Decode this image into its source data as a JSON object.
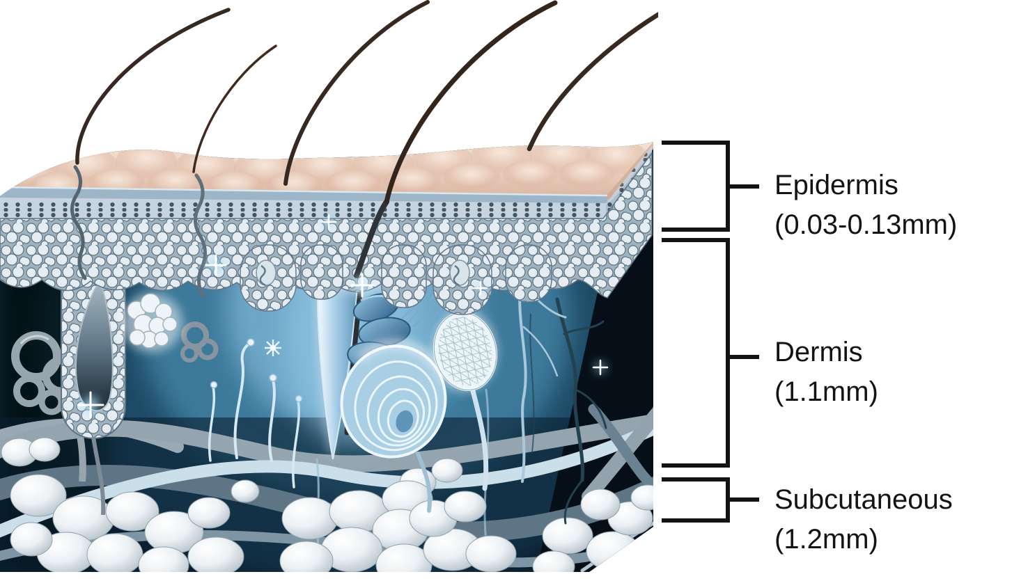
{
  "illustration": {
    "name": "skin-cross-section-illustration",
    "layers": [
      "Epidermis",
      "Dermis",
      "Subcutaneous"
    ],
    "elements": [
      "hair-strands",
      "epidermis-surface",
      "epidermis-cell-band",
      "dermal-papillae",
      "hair-follicle-left",
      "sebaceous-gland",
      "sweat-gland-coil",
      "hair-follicle-central",
      "arrector-pili-muscle",
      "pacinian-corpuscle",
      "gland-bulb",
      "nerve-endings",
      "blood-vessels",
      "fat-lobules",
      "sparkles"
    ]
  },
  "labels": [
    {
      "id": "epidermis",
      "title": "Epidermis",
      "measurement": "(0.03-0.13mm)"
    },
    {
      "id": "dermis",
      "title": "Dermis",
      "measurement": "(1.1mm)"
    },
    {
      "id": "subcutaneous",
      "title": "Subcutaneous",
      "measurement": "(1.2mm)"
    }
  ],
  "colors": {
    "background": "#ffffff",
    "label_text": "#131313",
    "bracket": "#131313",
    "skin_surface": "#e8c9b7",
    "epidermis_cells": "#c6d3de",
    "dermis_glow": "#4e8cb2",
    "dermis_dark": "#0b1e2e",
    "vessel_gray": "#8d9ea9",
    "fat_lobule": "#e9eef1",
    "hair": "#362921"
  }
}
